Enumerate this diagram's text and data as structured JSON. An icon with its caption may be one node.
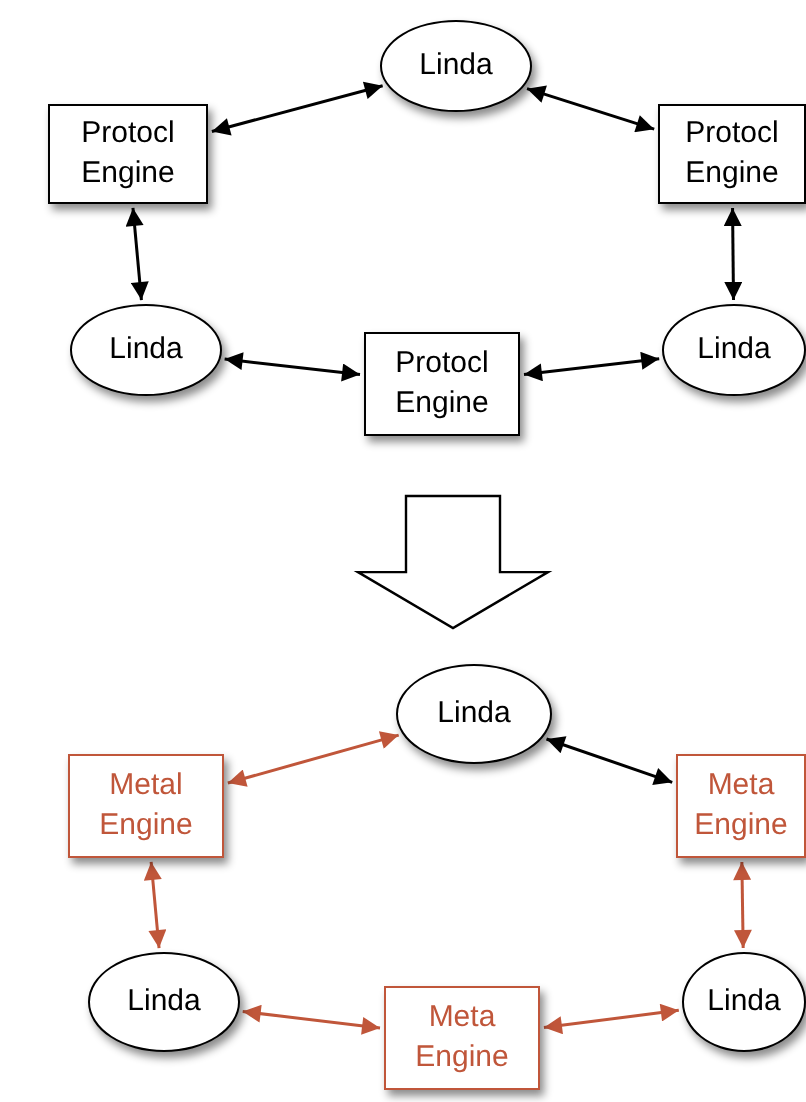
{
  "diagram": {
    "nodes": [
      {
        "text": [
          "Linda"
        ]
      },
      {
        "text": [
          "Protocl Engine"
        ]
      },
      {
        "text": [
          "Protocl Engine"
        ]
      },
      {
        "text": [
          "Linda"
        ]
      },
      {
        "text": [
          "Protocl Engine"
        ]
      },
      {
        "text": [
          "Linda"
        ]
      },
      {
        "text": [
          "Linda"
        ]
      },
      {
        "text": [
          "Metal Engine"
        ]
      },
      {
        "text": [
          "Meta Engine"
        ]
      },
      {
        "text": [
          "Linda"
        ]
      },
      {
        "text": [
          "Meta Engine"
        ]
      },
      {
        "text": [
          "Linda"
        ]
      }
    ],
    "edges": [
      {
        "from": 1,
        "to": 0,
        "arrow": "both"
      },
      {
        "from": 0,
        "to": 2,
        "arrow": "both"
      },
      {
        "from": 1,
        "to": 3,
        "arrow": "both"
      },
      {
        "from": 2,
        "to": 5,
        "arrow": "both"
      },
      {
        "from": 3,
        "to": 4,
        "arrow": "both"
      },
      {
        "from": 4,
        "to": 5,
        "arrow": "both"
      },
      {
        "from": 4,
        "to": 6,
        "arrow": "to",
        "style": "thick"
      },
      {
        "from": 7,
        "to": 6,
        "arrow": "both",
        "color": "#c0563a"
      },
      {
        "from": 6,
        "to": 8,
        "arrow": "both"
      },
      {
        "from": 7,
        "to": 9,
        "arrow": "both",
        "color": "#c0563a"
      },
      {
        "from": 8,
        "to": 11,
        "arrow": "both",
        "color": "#c0563a"
      },
      {
        "from": 9,
        "to": 10,
        "arrow": "both",
        "color": "#c0563a"
      },
      {
        "from": 10,
        "to": 11,
        "arrow": "both",
        "color": "#c0563a"
      }
    ]
  }
}
